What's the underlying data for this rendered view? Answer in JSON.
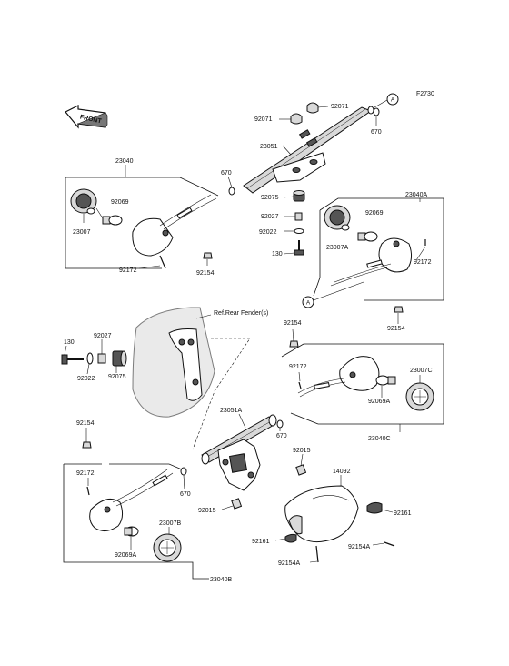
{
  "diagram_code": "F2730",
  "front_label": "FRONT",
  "reference_note": "Ref.Rear Fender(s)",
  "ref_marker": "A",
  "part_labels": {
    "p92071_left": "92071",
    "p92071_right": "92071",
    "p670_top": "670",
    "p23051": "23051",
    "p23040": "23040",
    "p670_left": "670",
    "p92069": "92069",
    "p23007": "23007",
    "p92172_left": "92172",
    "p92154_left": "92154",
    "p92075_top": "92075",
    "p92027_top": "92027",
    "p92022_top": "92022",
    "p130_top": "130",
    "p23040A": "23040A",
    "p92069_a": "92069",
    "p23007A": "23007A",
    "p92172_a": "92172",
    "p92154_a": "92154",
    "p92154_mid": "92154",
    "p130_mid": "130",
    "p92027_mid": "92027",
    "p92022_mid": "92022",
    "p92075_mid": "92075",
    "p92172_c": "92172",
    "p23007C": "23007C",
    "p92069A_c": "92069A",
    "p23040C": "23040C",
    "p23051A": "23051A",
    "p670_mid": "670",
    "p92015_top": "92015",
    "p14092": "14092",
    "p92154_low": "92154",
    "p92172_b": "92172",
    "p670_low": "670",
    "p23007B": "23007B",
    "p92069A_b": "92069A",
    "p23040B": "23040B",
    "p92015_low": "92015",
    "p92161_right": "92161",
    "p92161_low": "92161",
    "p92154A_right": "92154A",
    "p92154A_low": "92154A"
  }
}
